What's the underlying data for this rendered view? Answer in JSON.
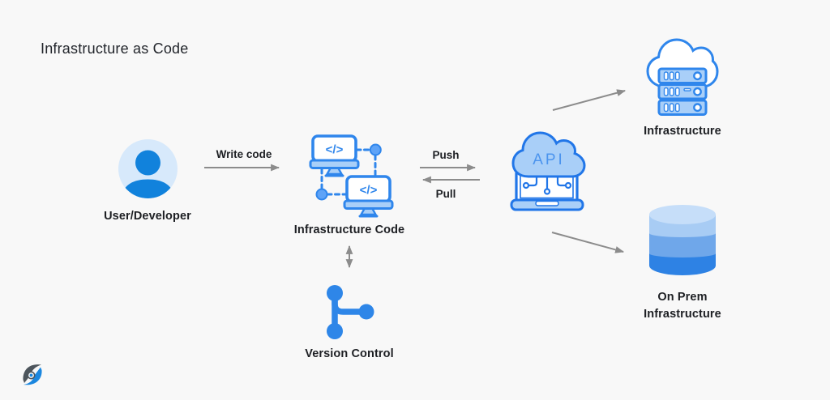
{
  "title": "Infrastructure as Code",
  "nodes": {
    "user": {
      "label": "User/Developer",
      "icon": "user-avatar-icon"
    },
    "infrastructure_code": {
      "label": "Infrastructure Code",
      "icon": "code-monitors-icon",
      "code_glyph": "</>"
    },
    "version_control": {
      "label": "Version Control",
      "icon": "git-branch-icon"
    },
    "api_gateway": {
      "label": "API",
      "icon": "api-cloud-laptop-icon"
    },
    "cloud_infrastructure": {
      "label": "Infrastructure",
      "icon": "cloud-servers-icon"
    },
    "on_prem_infrastructure": {
      "label_line1": "On Prem",
      "label_line2": "Infrastructure",
      "icon": "database-icon"
    }
  },
  "edges": {
    "write_code": {
      "label": "Write code",
      "direction": "user-to-infrastructure-code"
    },
    "push": {
      "label": "Push",
      "direction": "infrastructure-code-to-api"
    },
    "pull": {
      "label": "Pull",
      "direction": "api-to-infrastructure-code"
    },
    "deploy_cloud": {
      "label": "",
      "direction": "api-to-infrastructure"
    },
    "deploy_onprem": {
      "label": "",
      "direction": "api-to-on-prem"
    },
    "sync_version_control": {
      "label": "",
      "direction": "bidirectional"
    }
  },
  "colors": {
    "background": "#f8f8f8",
    "accent_blue": "#2f86ec",
    "light_blue_fill": "#a9cff8",
    "person_blue": "#1182dc",
    "avatar_bg": "#d7e9fb",
    "git_blue": "#2e86e8",
    "arrow_gray": "#8c8c8c",
    "text_dark": "#1d1f23",
    "db_band_top": "#c6def9",
    "db_band_light": "#a8ccf4",
    "db_band_mid": "#6fa7ea",
    "db_band_dark": "#2e82e4",
    "logo_gray": "#4d555c",
    "logo_blue": "#1b87df"
  }
}
